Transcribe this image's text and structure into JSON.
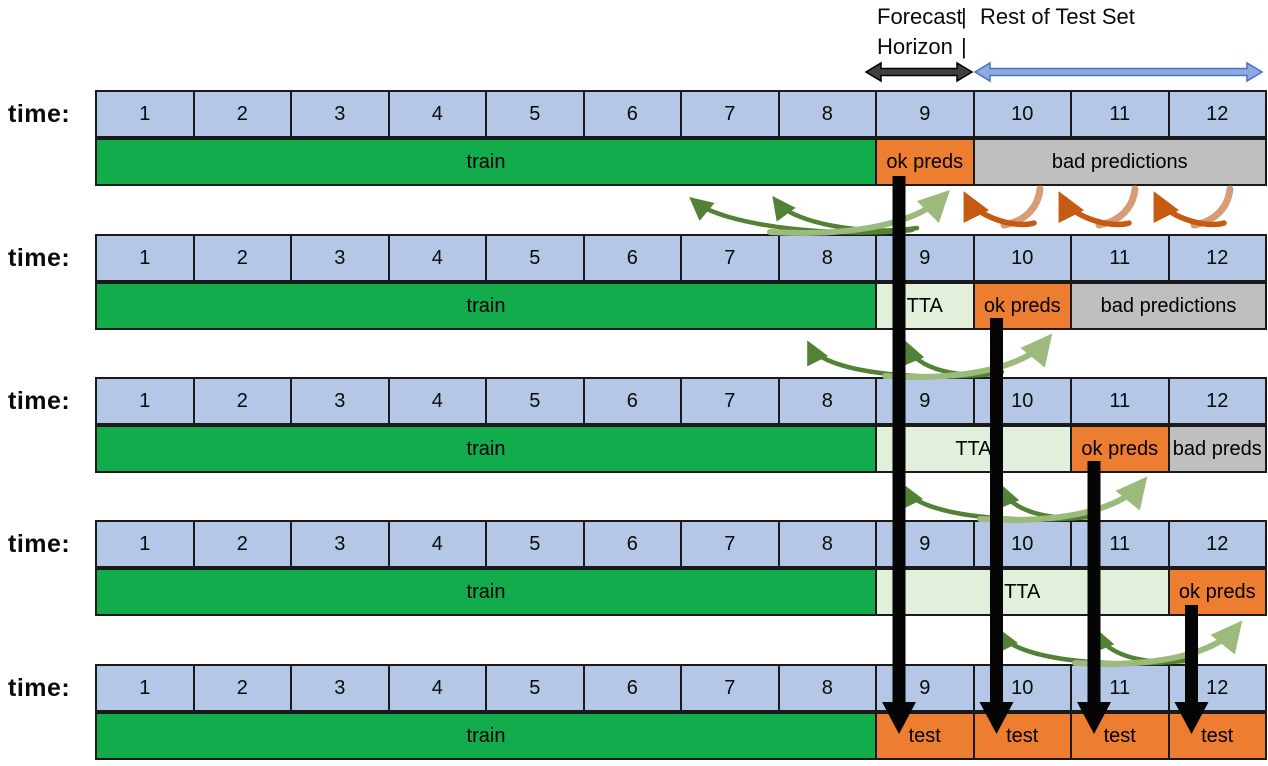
{
  "header": {
    "word1": "Forecast",
    "word2": "Horizon",
    "divider": "|",
    "rest": "Rest of Test Set"
  },
  "row_label": "time:",
  "timesteps": [
    "1",
    "2",
    "3",
    "4",
    "5",
    "6",
    "7",
    "8",
    "9",
    "10",
    "11",
    "12"
  ],
  "rows": [
    {
      "segments": [
        {
          "label": "train",
          "type": "train",
          "span": 8
        },
        {
          "label": "ok preds",
          "type": "ok",
          "span": 1
        },
        {
          "label": "bad predictions",
          "type": "bad",
          "span": 3
        }
      ]
    },
    {
      "segments": [
        {
          "label": "train",
          "type": "train",
          "span": 8
        },
        {
          "label": "TTA",
          "type": "tta",
          "span": 1
        },
        {
          "label": "ok preds",
          "type": "ok",
          "span": 1
        },
        {
          "label": "bad predictions",
          "type": "bad",
          "span": 2
        }
      ]
    },
    {
      "segments": [
        {
          "label": "train",
          "type": "train",
          "span": 8
        },
        {
          "label": "TTA",
          "type": "tta",
          "span": 2
        },
        {
          "label": "ok preds",
          "type": "ok",
          "span": 1
        },
        {
          "label": "bad preds",
          "type": "bad",
          "span": 1
        }
      ]
    },
    {
      "segments": [
        {
          "label": "train",
          "type": "train",
          "span": 8
        },
        {
          "label": "TTA",
          "type": "tta",
          "span": 3
        },
        {
          "label": "ok preds",
          "type": "ok",
          "span": 1
        }
      ]
    },
    {
      "segments": [
        {
          "label": "train",
          "type": "train",
          "span": 8
        },
        {
          "label": "test",
          "type": "test",
          "span": 1
        },
        {
          "label": "test",
          "type": "test",
          "span": 1
        },
        {
          "label": "test",
          "type": "test",
          "span": 1
        },
        {
          "label": "test",
          "type": "test",
          "span": 1
        }
      ]
    }
  ],
  "colors": {
    "timestep_fill": "#b4c7e7",
    "train": "#12ac4d",
    "tta": "#e2efda",
    "ok": "#ed7d31",
    "bad": "#bfbfbf",
    "test": "#ed7d31",
    "cell_border": "#1a1a1a",
    "forecast_arrow_fill": "#404040",
    "forecast_arrow_stroke": "#000000",
    "rest_arrow_fill": "#8faadc",
    "rest_arrow_stroke": "#4472c4",
    "tta_arrow_dark_green": "#538135",
    "tta_arrow_light_green": "#9cba7c",
    "bad_arrow_dark_orange": "#c55a11",
    "bad_arrow_tan": "#d79c76",
    "timeline_arrow_black": "#050505"
  }
}
